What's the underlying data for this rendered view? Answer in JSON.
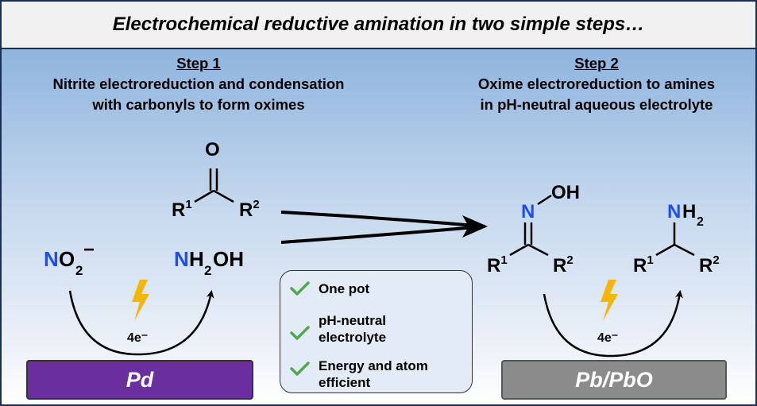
{
  "banner": {
    "title": "Electrochemical reductive amination in two simple steps…"
  },
  "step1": {
    "title": "Step 1",
    "line1": "Nitrite electroreduction and condensation",
    "line2": "with carbonyls to form oximes"
  },
  "step2": {
    "title": "Step 2",
    "line1": "Oxime electroreduction to amines",
    "line2": "in pH-neutral aqueous electrolyte"
  },
  "chem": {
    "carbonyl_o": "O",
    "r": "R",
    "sup1": "1",
    "sup2": "2",
    "nitrite_n": "N",
    "nitrite_o": "O",
    "nitrite_sub": "2",
    "nitrite_charge": "−",
    "hydroxylamine_n": "N",
    "hydroxylamine_h": "H",
    "hydroxylamine_sub": "2",
    "hydroxylamine_oh": "OH",
    "oxime_n": "N",
    "oxime_oh": "OH",
    "amine_n": "N",
    "amine_h": "H",
    "amine_sub": "2",
    "electrons_left": "4e⁻",
    "electrons_right": "4e⁻"
  },
  "features": {
    "item1": "One pot",
    "item2_line1": "pH-neutral",
    "item2_line2": "electrolyte",
    "item3_line1": "Energy and atom",
    "item3_line2": "efficient"
  },
  "catalysts": {
    "left": "Pd",
    "right": "Pb/PbO"
  },
  "colors": {
    "nitrogen": "#1f4bff",
    "bolt": "#f5b50a",
    "check": "#4ea84e",
    "pd": "#6a2e9e",
    "pb": "#8b8b8b",
    "border": "#1a2f55"
  },
  "icons": {
    "bolt": "lightning-bolt-icon",
    "check": "checkmark-icon"
  }
}
